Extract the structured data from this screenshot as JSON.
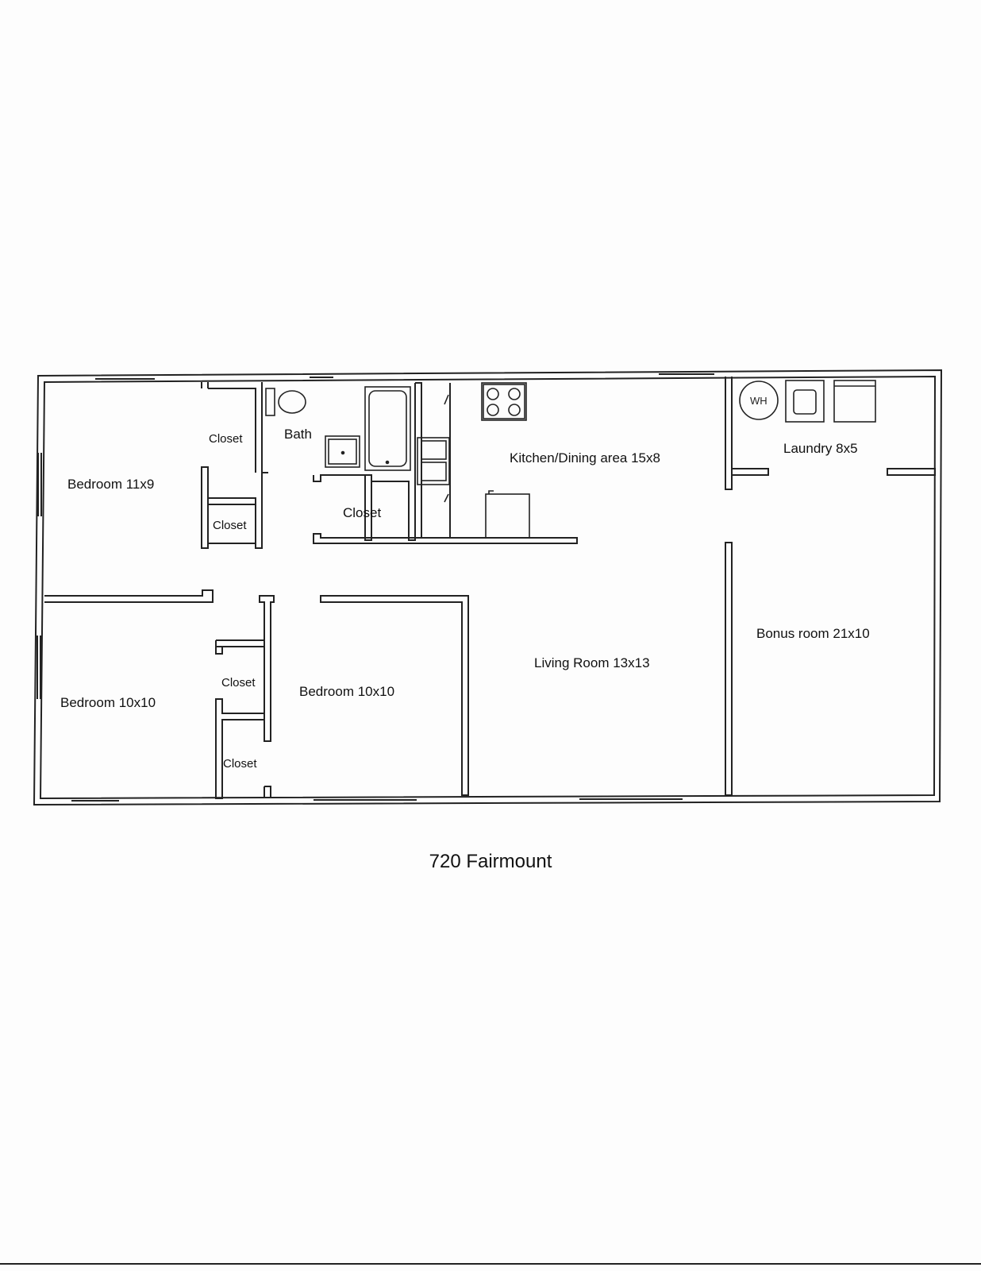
{
  "plan": {
    "address": "720 Fairmount",
    "rooms": {
      "bedroom_nw": "Bedroom 11x9",
      "closet_nw_upper": "Closet",
      "closet_nw_lower": "Closet",
      "bath": "Bath",
      "closet_hall": "Closet",
      "kitchen": "Kitchen/Dining area 15x8",
      "laundry": "Laundry 8x5",
      "bedroom_sw": "Bedroom 10x10",
      "closet_mid_upper": "Closet",
      "closet_mid_lower": "Closet",
      "bedroom_mid": "Bedroom 10x10",
      "living": "Living Room 13x13",
      "bonus": "Bonus room 21x10"
    },
    "fixtures": {
      "water_heater": "WH"
    }
  }
}
